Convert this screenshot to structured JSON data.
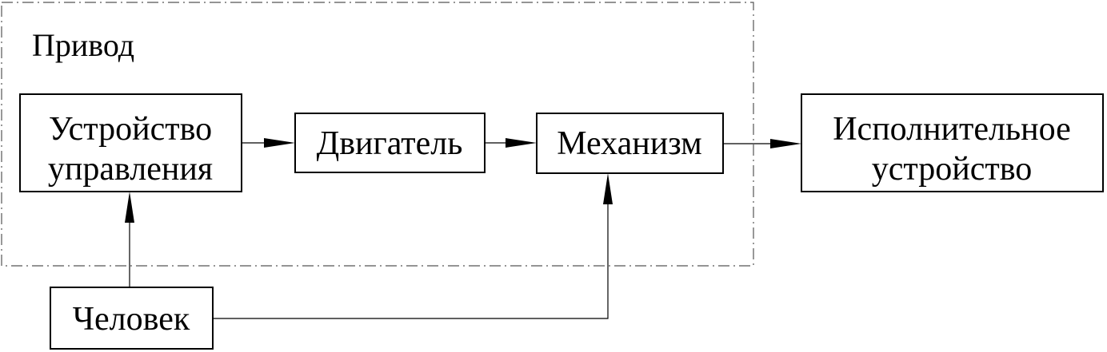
{
  "diagram": {
    "group_label": "Привод",
    "nodes": {
      "control_device": {
        "lines": [
          "Устройство",
          "управления"
        ]
      },
      "motor": {
        "lines": [
          "Двигатель"
        ]
      },
      "mechanism": {
        "lines": [
          "Механизм"
        ]
      },
      "actuator": {
        "lines": [
          "Исполнительное",
          "устройство"
        ]
      },
      "human": {
        "lines": [
          "Человек"
        ]
      }
    },
    "edges": [
      {
        "from": "control_device",
        "to": "motor"
      },
      {
        "from": "motor",
        "to": "mechanism"
      },
      {
        "from": "mechanism",
        "to": "actuator"
      },
      {
        "from": "human",
        "to": "control_device"
      },
      {
        "from": "human",
        "to": "mechanism"
      }
    ]
  }
}
